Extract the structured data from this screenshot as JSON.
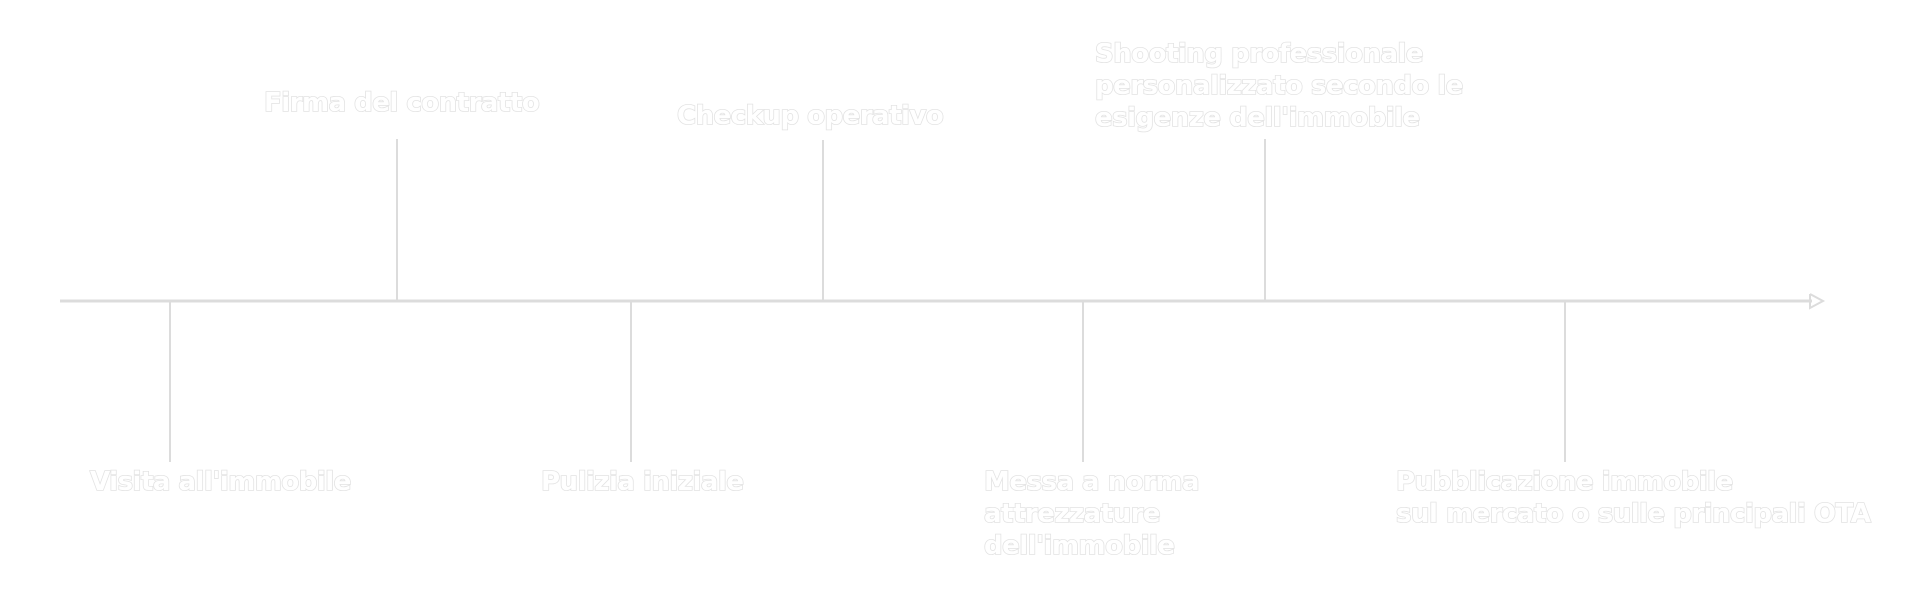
{
  "colors": {
    "background": "#ffffff",
    "axis": "#dcdcdc",
    "label_outline": "#e3e3e3"
  },
  "timeline": {
    "steps": [
      {
        "id": "visita",
        "lines": [
          "Visita all'immobile"
        ]
      },
      {
        "id": "firma",
        "lines": [
          "Firma del contratto"
        ]
      },
      {
        "id": "pulizia",
        "lines": [
          "Pulizia iniziale"
        ]
      },
      {
        "id": "checkup",
        "lines": [
          "Checkup operativo"
        ]
      },
      {
        "id": "messa-norma",
        "lines": [
          "Messa a norma",
          "attrezzature",
          "dell'immobile"
        ]
      },
      {
        "id": "shooting",
        "lines": [
          "Shooting professionale",
          "personalizzato secondo le",
          "esigenze dell'immobile"
        ]
      },
      {
        "id": "pubblicazione",
        "lines": [
          "Pubblicazione immobile",
          "sul mercato o sulle principali OTA"
        ]
      }
    ]
  }
}
